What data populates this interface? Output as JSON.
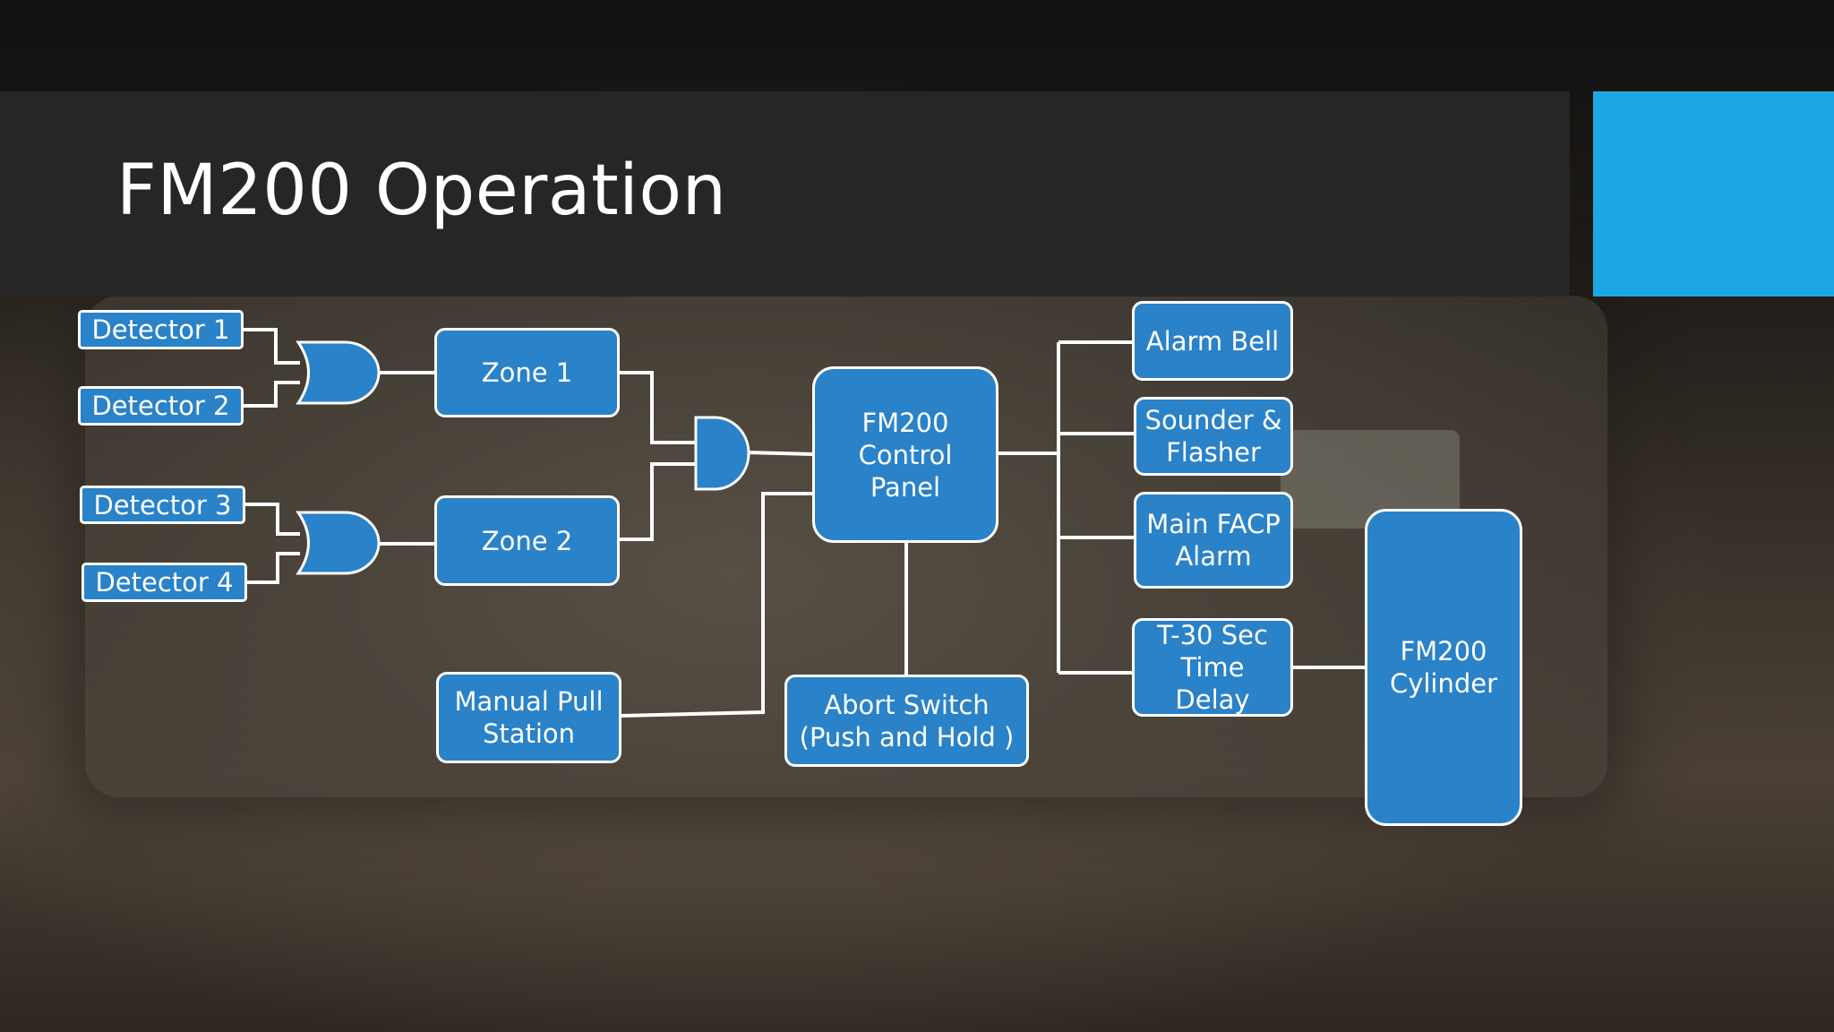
{
  "slide": {
    "title": "FM200 Operation",
    "accent_color": "#1ba8e2",
    "box_color": "#2a82c8"
  },
  "diagram": {
    "detector_1": "Detector 1",
    "detector_2": "Detector 2",
    "detector_3": "Detector 3",
    "detector_4": "Detector 4",
    "zone_1": "Zone 1",
    "zone_2": "Zone 2",
    "manual_pull": "Manual Pull\nStation",
    "control_panel": "FM200\nControl\nPanel",
    "abort_switch": "Abort Switch\n(Push and Hold )",
    "alarm_bell": "Alarm Bell",
    "sounder_flasher": "Sounder &\nFlasher",
    "main_facp": "Main FACP\nAlarm",
    "time_delay": "T-30 Sec\nTime\nDelay",
    "cylinder": "FM200\nCylinder",
    "gates": [
      "or-gate",
      "or-gate",
      "and-gate"
    ]
  }
}
